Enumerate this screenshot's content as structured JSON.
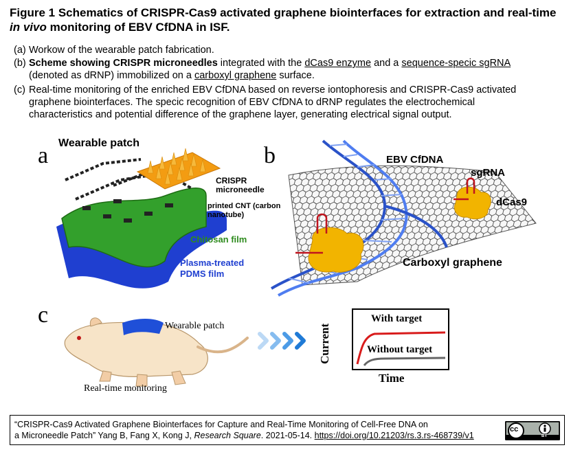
{
  "title": {
    "line1": "Figure 1 Schematics of CRISPR-Cas9 activated graphene biointerfaces for extraction and real-time",
    "line2_italic": "in vivo",
    "line2_rest": " monitoring of EBV CfDNA in ISF."
  },
  "caption": {
    "a": {
      "label": "(a)",
      "text": "Workow of the wearable patch fabrication."
    },
    "b": {
      "label": "(b)",
      "bold": "Scheme showing CRISPR microneedles",
      "t1": " integrated with the ",
      "u1": "dCas9 enzyme",
      "t2": " and a ",
      "u2": "sequence-specic sgRNA",
      "line2_t1": "(denoted as dRNP) immobilized on a ",
      "line2_u1": "carboxyl graphene",
      "line2_t2": " surface."
    },
    "c": {
      "label": "(c)",
      "line1": "Real-time monitoring of the enriched EBV CfDNA based on reverse iontophoresis and CRISPR-Cas9 activated",
      "line2": "graphene biointerfaces. The specic recognition of EBV CfDNA to dRNP regulates the electrochemical",
      "line3": "characteristics and potential difference of the graphene layer, generating electrical signal output."
    }
  },
  "panel_a": {
    "letter": "a",
    "heading": "Wearable patch",
    "crispr_l1": "CRISPR",
    "crispr_l2": "microneedle",
    "cnt_l1": "printed CNT (carbon",
    "cnt_l2": "nanotube)",
    "chitosan": "Chitosan film",
    "pdms_l1": "Plasma-treated",
    "pdms_l2": "PDMS film"
  },
  "panel_b": {
    "letter": "b",
    "ebv": "EBV CfDNA",
    "sgrna": "sgRNA",
    "dcas9": "dCas9",
    "carboxyl": "Carboxyl graphene"
  },
  "panel_c": {
    "letter": "c",
    "wearable": "Wearable patch",
    "monitoring": "Real-time monitoring",
    "ylabel": "Current",
    "xlabel": "Time",
    "with_target": "With target",
    "without_target": "Without target"
  },
  "footer": {
    "t1": "“CRISPR-Cas9 Activated Graphene Biointerfaces for Capture and Real-Time Monitoring of Cell-Free DNA on",
    "t2": "a Microneedle Patch” Yang B, Fang X, Kong J, ",
    "journal": "Research Square",
    "t3": ". 2021-05-14. ",
    "doi": "https://doi.org/10.21203/rs.3.rs-468739/v1"
  },
  "badge": {
    "cc": "cc",
    "by": "BY"
  },
  "colors": {
    "chitosan": "#2e8b1e",
    "pdms": "#1f3fd0",
    "dna": "#2a52c8",
    "dcas9": "#f2b400",
    "microneedle": "#f39c12",
    "with_target": "#d81b1b",
    "without_target": "#666666"
  }
}
